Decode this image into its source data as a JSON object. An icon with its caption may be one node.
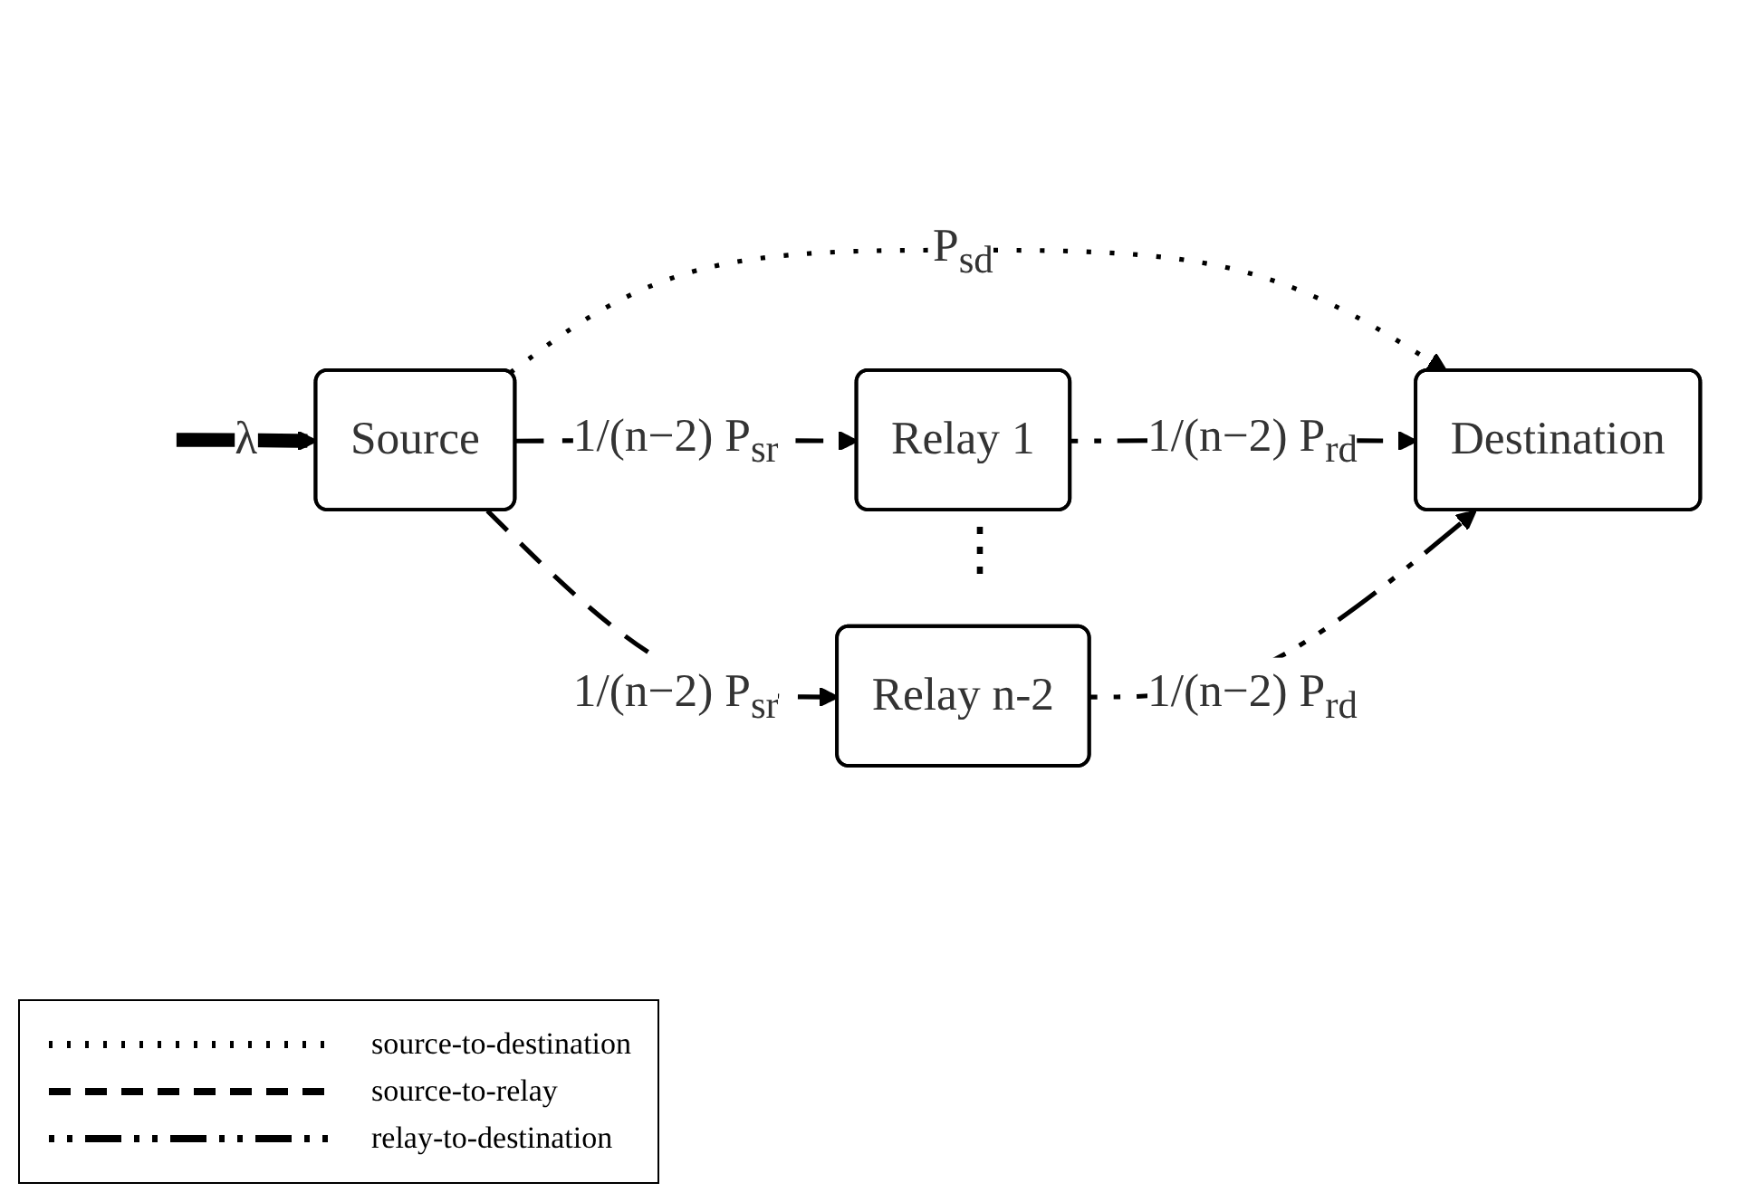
{
  "diagram": {
    "nodes": [
      {
        "text": [
          "Source"
        ]
      },
      {
        "text": [
          "Destination"
        ]
      },
      {
        "text": [
          "Relay 1"
        ]
      },
      {
        "text": [
          "Relay n-2"
        ]
      }
    ],
    "edges": [
      {
        "from": null,
        "to": 0,
        "arrow": "to",
        "label": "λ",
        "style": "thick"
      },
      {
        "from": 0,
        "to": 1,
        "arrow": "to",
        "label": "P$_{sd}$",
        "style": "dashed"
      },
      {
        "from": 0,
        "to": 2,
        "arrow": "to",
        "label": "1/(n−2) P$_{sr}$",
        "style": "dashed"
      },
      {
        "from": 0,
        "to": 3,
        "arrow": "to",
        "label": "1/(n−2) P$_{sr}$",
        "style": "dashed"
      },
      {
        "from": 2,
        "to": 1,
        "arrow": "to",
        "label": "1/(n−2) P$_{rd}$",
        "style": "dashed"
      },
      {
        "from": 3,
        "to": 1,
        "arrow": "to",
        "label": "1/(n−2) P$_{rd}$",
        "style": "dashed"
      }
    ],
    "labels": [
      "⋮"
    ],
    "legend": [
      {
        "text": "source-to-destination"
      },
      {
        "text": "source-to-relay"
      },
      {
        "text": "relay-to-destination"
      }
    ]
  }
}
